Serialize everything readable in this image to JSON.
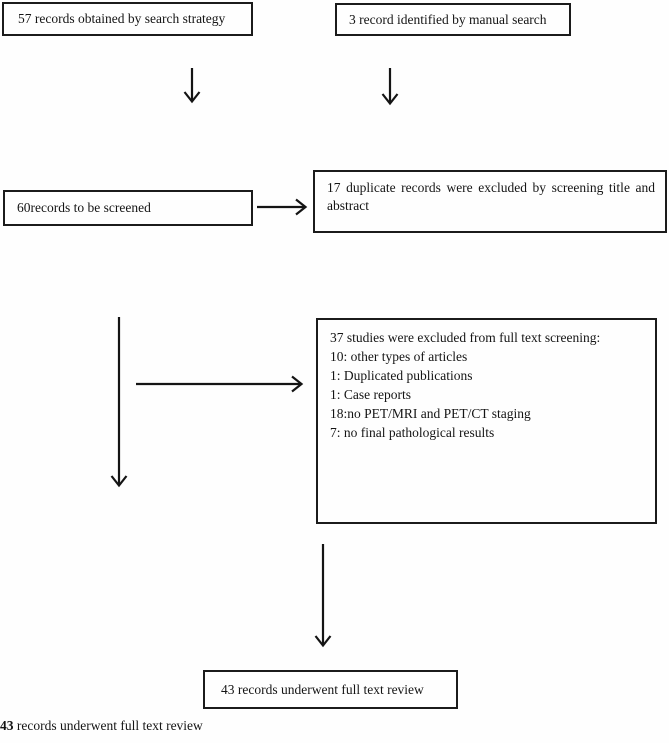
{
  "flowchart": {
    "box_search_strategy": "57 records obtained by search strategy",
    "box_manual_search": "3 record identified by manual search",
    "box_to_be_screened": "60records to be screened",
    "box_duplicates_excluded": "17 duplicate records were excluded by screening title and abstract",
    "box_full_text_excluded": {
      "heading": "37 studies were excluded from full text screening:",
      "reasons": [
        "10: other types of articles",
        "1: Duplicated publications",
        "1: Case reports",
        "18:no PET/MRI and PET/CT staging",
        "7: no final pathological results"
      ]
    },
    "box_full_text_review": "43 records underwent full text review",
    "caption": {
      "number": "43",
      "rest": " records underwent full text review"
    }
  }
}
